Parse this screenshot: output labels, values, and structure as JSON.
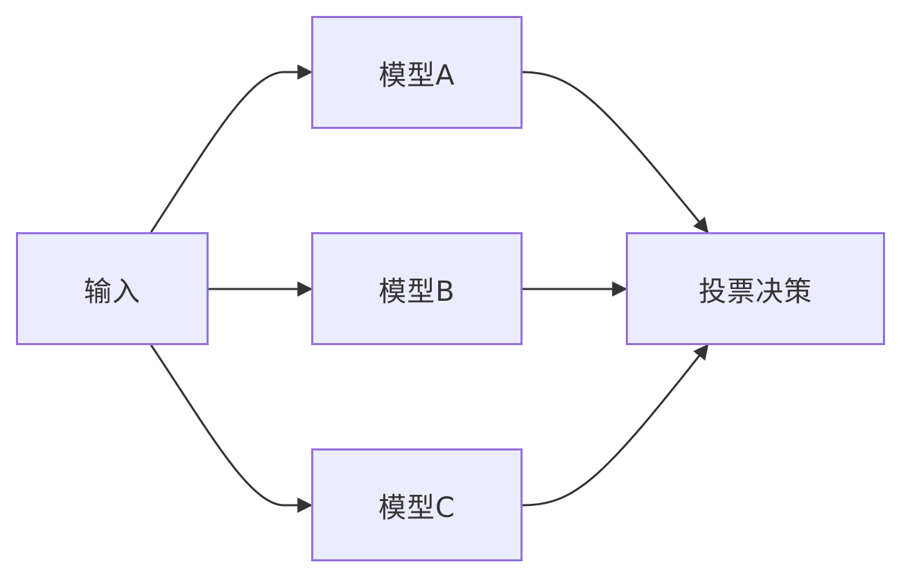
{
  "diagram": {
    "nodes": {
      "input": "输入",
      "model_a": "模型A",
      "model_b": "模型B",
      "model_c": "模型C",
      "vote": "投票决策"
    },
    "edges": [
      {
        "from": "input",
        "to": "model_a"
      },
      {
        "from": "input",
        "to": "model_b"
      },
      {
        "from": "input",
        "to": "model_c"
      },
      {
        "from": "model_a",
        "to": "vote"
      },
      {
        "from": "model_b",
        "to": "vote"
      },
      {
        "from": "model_c",
        "to": "vote"
      }
    ],
    "colors": {
      "node_fill": "#ECECFF",
      "node_border": "#9370DB",
      "edge": "#333333",
      "text": "#333333"
    }
  }
}
